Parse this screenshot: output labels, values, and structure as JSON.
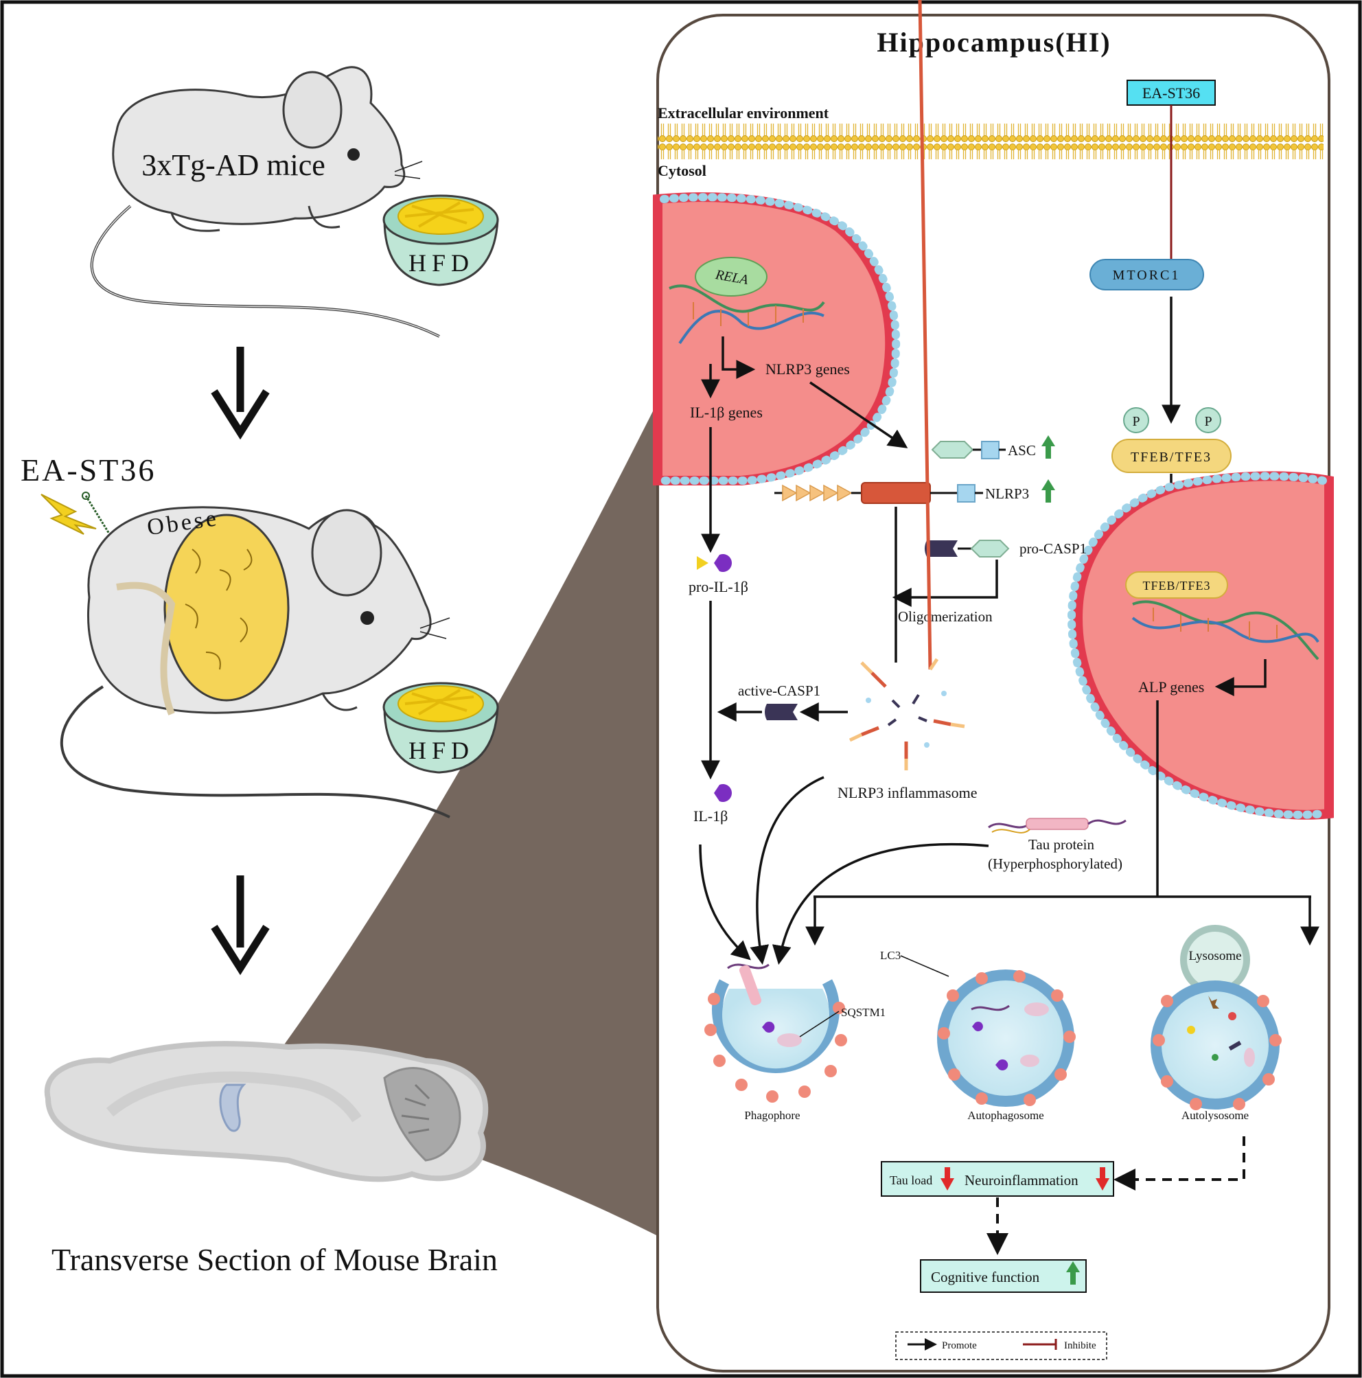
{
  "left_panel": {
    "mouse1_label": "3xTg-AD mice",
    "bowl_label": "HFD",
    "treatment_label": "EA-ST36",
    "obese_label": "Obese",
    "brain_caption": "Transverse Section of Mouse Brain"
  },
  "right_panel": {
    "title": "Hippocampus(HI)",
    "ea_box": "EA-ST36",
    "extracellular": "Extracellular environment",
    "cytosol": "Cytosol",
    "mtorc1": "MTORC1",
    "phospho": "P",
    "tfeb_cyt": "TFEB/TFE3",
    "tfeb_nuc": "TFEB/TFE3",
    "alp_genes": "ALP genes",
    "rela": "RELA",
    "nlrp3_genes": "NLRP3 genes",
    "il1b_genes": "IL-1β genes",
    "asc": "ASC",
    "nlrp3": "NLRP3",
    "pro_casp1": "pro-CASP1",
    "oligomerization": "Oligomerization",
    "pro_il1b": "pro-IL-1β",
    "active_casp1": "active-CASP1",
    "il1b": "IL-1β",
    "inflammasome": "NLRP3 inflammasome",
    "tau_line1": "Tau protein",
    "tau_line2": "(Hyperphosphorylated)",
    "lc3": "LC3",
    "sqstm1": "SQSTM1",
    "lysosome": "Lysosome",
    "phagophore": "Phagophore",
    "autophagosome": "Autophagosome",
    "autolysosome": "Autolysosome",
    "tau_load": "Tau load",
    "neuroinflammation": "Neuroinflammation",
    "cognitive": "Cognitive function",
    "legend_promote": "Promote",
    "legend_inhibite": "Inhibite"
  },
  "colors": {
    "nucleus_fill": "#f48d8b",
    "membrane_red": "#e23a4e",
    "membrane_bead": "#9fd3e8",
    "ea_box_fill": "#55e0f2",
    "outcome_box_fill": "#cdf3ec",
    "mtorc1_fill": "#6aafd6",
    "tfeb_fill": "#f4d77e",
    "panel_border": "#57493f",
    "funnel": "#6e5f55",
    "inhibit_line": "#8b1a1a"
  }
}
